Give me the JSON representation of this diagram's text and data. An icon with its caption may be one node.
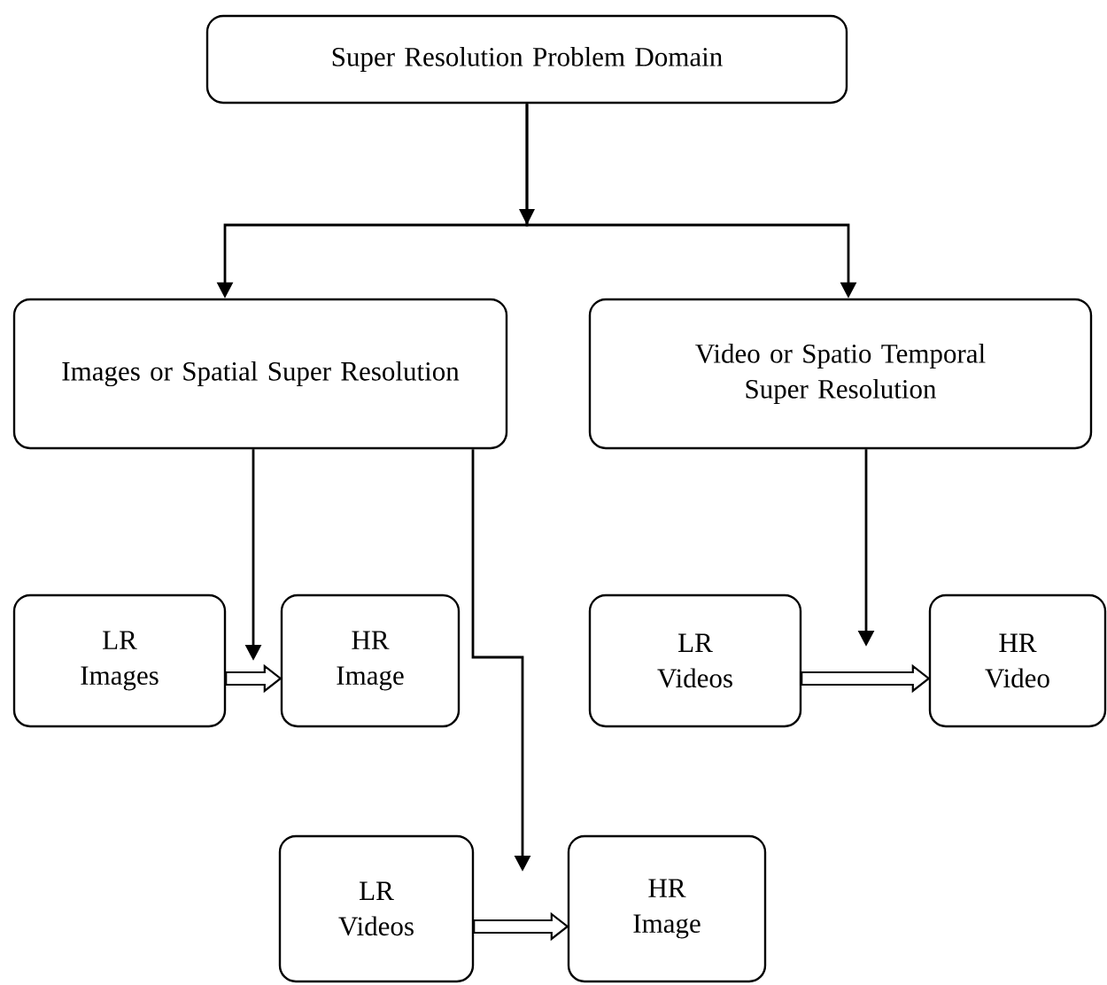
{
  "diagram": {
    "nodes": [
      {
        "text": [
          "Super Resolution Problem Domain"
        ]
      },
      {
        "text": [
          "Images or Spatial Super Resolution"
        ]
      },
      {
        "text": [
          "Video or Spatio Temporal Super Resolution"
        ]
      },
      {
        "text": [
          "LR Images"
        ]
      },
      {
        "text": [
          "HR Image"
        ]
      },
      {
        "text": [
          "LR Videos"
        ]
      },
      {
        "text": [
          "HR Video"
        ]
      },
      {
        "text": [
          "LR Videos"
        ]
      },
      {
        "text": [
          "HR Image"
        ]
      }
    ],
    "edges": [
      {
        "from": 0,
        "to": 1,
        "arrow": "to"
      },
      {
        "from": 0,
        "to": 2,
        "arrow": "to"
      },
      {
        "from": 1,
        "to": null,
        "arrow": "to"
      },
      {
        "from": 1,
        "to": null,
        "arrow": "to"
      },
      {
        "from": 2,
        "to": null,
        "arrow": "to"
      },
      {
        "from": 3,
        "to": 4,
        "arrow": "to",
        "style": "thick"
      },
      {
        "from": 5,
        "to": 6,
        "arrow": "to",
        "style": "thick"
      },
      {
        "from": 7,
        "to": 8,
        "arrow": "to",
        "style": "thick"
      }
    ]
  }
}
